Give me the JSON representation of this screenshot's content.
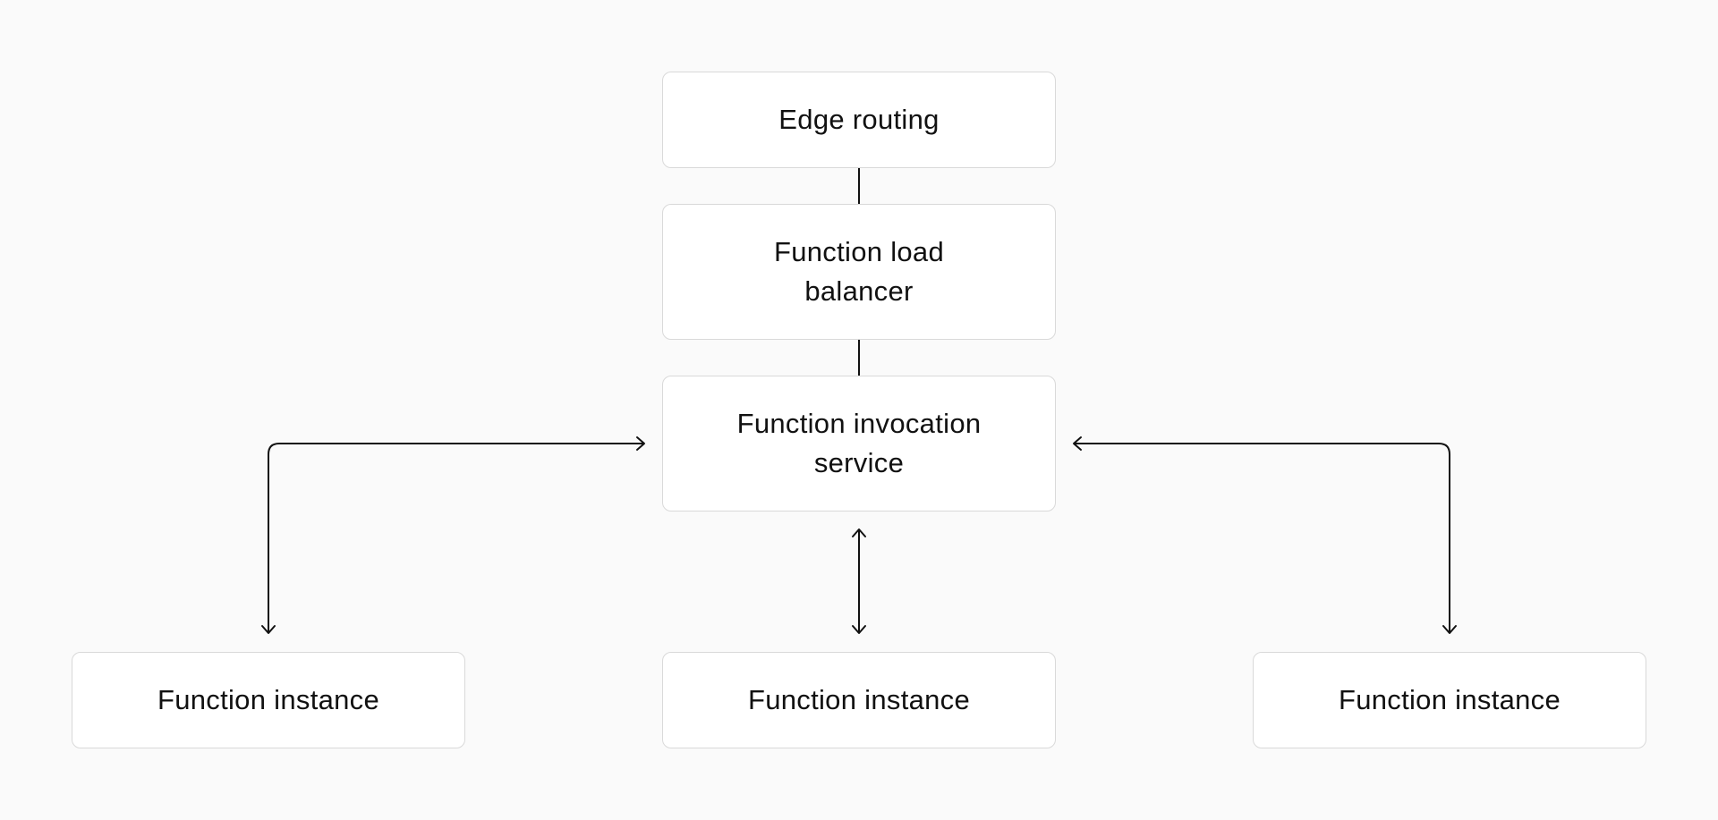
{
  "diagram": {
    "nodes": {
      "edge_routing": "Edge routing",
      "load_balancer": "Function load balancer",
      "invocation_service": "Function invocation service",
      "instance_left": "Function instance",
      "instance_center": "Function instance",
      "instance_right": "Function instance"
    },
    "edges": [
      {
        "from": "edge_routing",
        "to": "load_balancer",
        "arrows": "none"
      },
      {
        "from": "load_balancer",
        "to": "invocation_service",
        "arrows": "none"
      },
      {
        "from": "instance_left",
        "to": "invocation_service",
        "arrows": "both"
      },
      {
        "from": "invocation_service",
        "to": "instance_center",
        "arrows": "both"
      },
      {
        "from": "instance_right",
        "to": "invocation_service",
        "arrows": "both"
      }
    ]
  },
  "colors": {
    "background": "#fafafa",
    "node_fill": "#ffffff",
    "node_border": "#d9d9d9",
    "text": "#111111",
    "connector": "#111111"
  }
}
